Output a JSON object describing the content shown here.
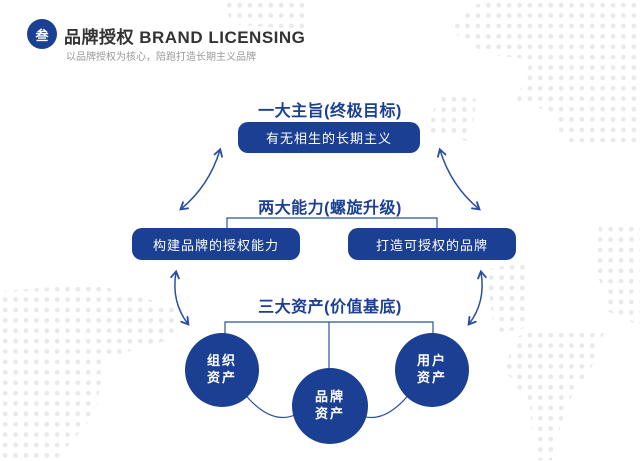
{
  "colors": {
    "primary_blue": "#1b3f92",
    "connector_blue": "#2a4fa2",
    "title_text": "#333333",
    "subtitle_text": "#9a9a9a",
    "map_dots": "#e9e9ec",
    "box_text": "#ffffff"
  },
  "header": {
    "badge": "叁",
    "title": "品牌授权 BRAND LICENSING",
    "subtitle": "以品牌授权为核心，陪跑打造长期主义品牌"
  },
  "diagram": {
    "level1": {
      "heading": "一大主旨(终极目标)",
      "box": "有无相生的长期主义"
    },
    "level2": {
      "heading": "两大能力(螺旋升级)",
      "boxes": [
        "构建品牌的授权能力",
        "打造可授权的品牌"
      ]
    },
    "level3": {
      "heading": "三大资产(价值基底)",
      "circles": [
        {
          "line1": "组织",
          "line2": "资产"
        },
        {
          "line1": "品牌",
          "line2": "资产"
        },
        {
          "line1": "用户",
          "line2": "资产"
        }
      ]
    }
  }
}
